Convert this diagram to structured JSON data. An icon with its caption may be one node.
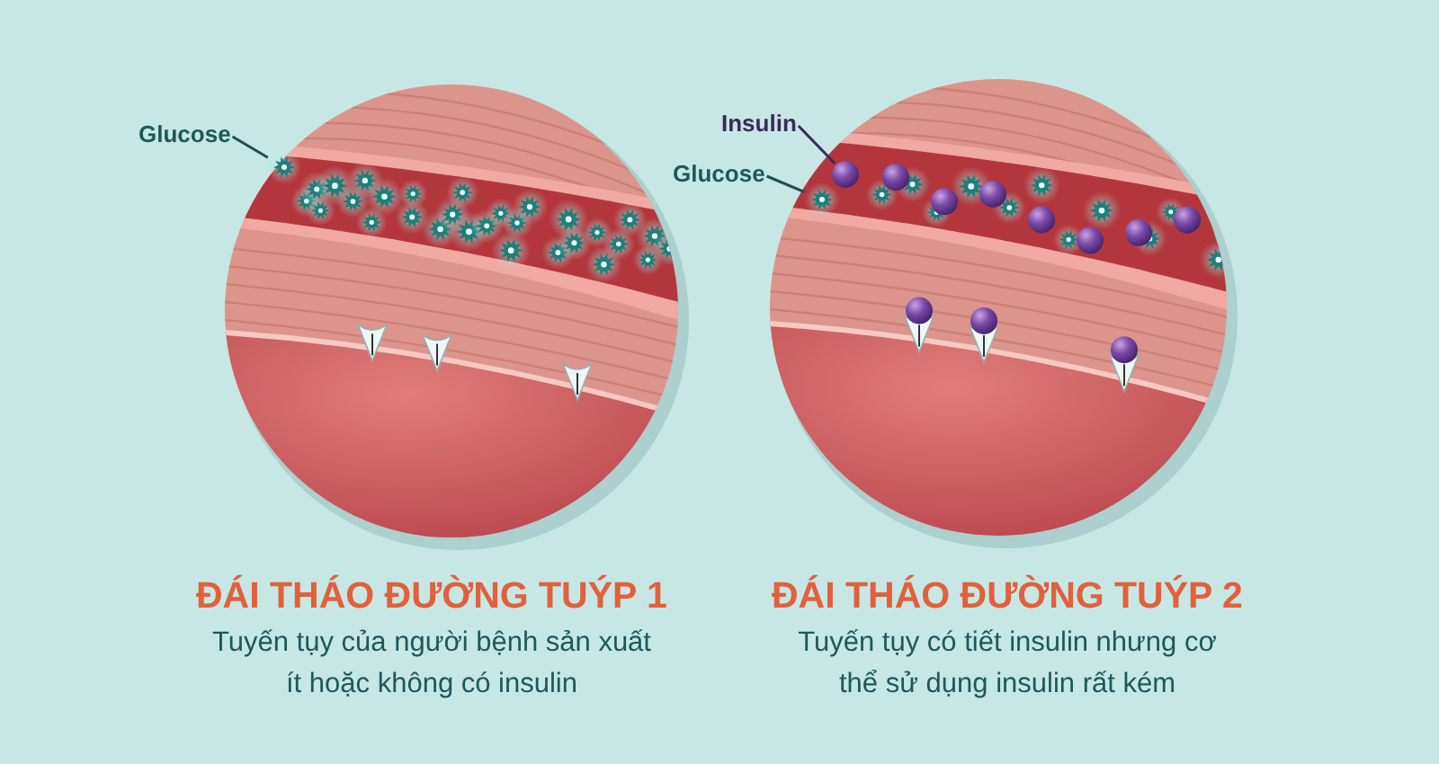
{
  "diagram": {
    "nodes": [
      {
        "text": [
          "Glucose"
        ]
      },
      {
        "text": [],
        "shape": "picture"
      },
      {
        "text": [
          "Insulin"
        ]
      },
      {
        "text": [],
        "shape": "circle"
      },
      {
        "text": [
          "Glucose"
        ]
      },
      {
        "text": [],
        "shape": "picture"
      }
    ],
    "edges": [
      {
        "from": 0,
        "to": 1,
        "arrow": "none"
      },
      {
        "from": 2,
        "to": 3,
        "arrow": "none"
      },
      {
        "from": 4,
        "to": 5,
        "arrow": "none"
      }
    ],
    "labels": [
      "ĐÁI THÁO ĐƯỜNG TUÝP 1",
      "ĐÁI THÁO ĐƯỜNG TUÝP 2",
      "Tuyến tụy của người bệnh sản xuất ít hoặc không có insulin",
      "Tuyến tụy có tiết insulin nhưng cơ thể sử dụng insulin rất kém"
    ]
  }
}
